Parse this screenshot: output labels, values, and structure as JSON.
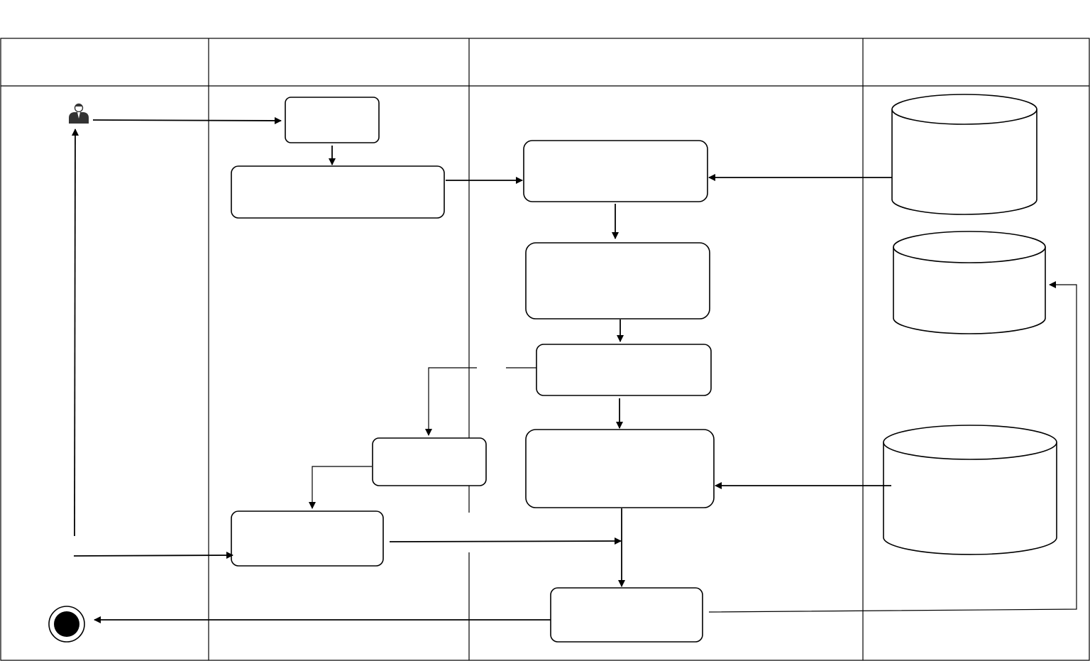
{
  "diagram": {
    "lanes": [
      {
        "id": "lane-1",
        "label": ""
      },
      {
        "id": "lane-2",
        "label": ""
      },
      {
        "id": "lane-3",
        "label": ""
      },
      {
        "id": "lane-4",
        "label": ""
      }
    ],
    "nodes": {
      "start-small": "",
      "input-wide": "",
      "process-top": "",
      "process-mid": "",
      "process-decision": "",
      "process-lower": "",
      "branch-small": "",
      "output-left": "",
      "final-process": ""
    },
    "datastores": {
      "db-top": "",
      "db-middle": "",
      "db-bottom": ""
    },
    "icons": {
      "actor": "user-icon",
      "end": "end-node-icon"
    },
    "colors": {
      "line": "#000000",
      "background": "#ffffff"
    }
  }
}
